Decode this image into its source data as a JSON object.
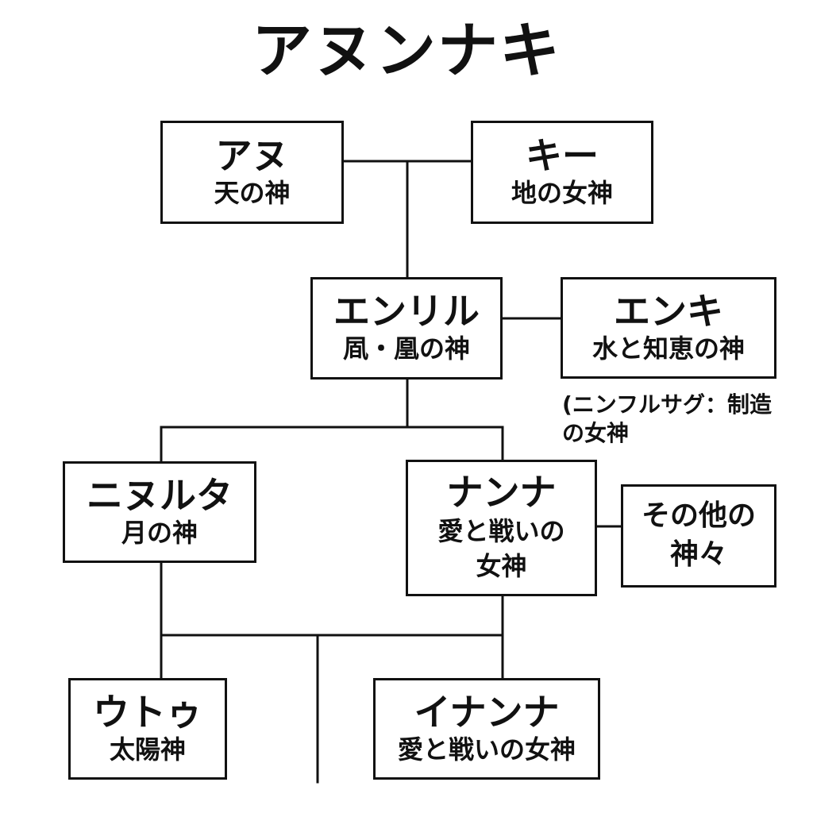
{
  "title": "アヌンナキ",
  "nodes": {
    "anu": {
      "name": "アヌ",
      "desc": "天の神"
    },
    "ki": {
      "name": "キー",
      "desc": "地の女神"
    },
    "enlil": {
      "name": "エンリル",
      "desc": "凮・凰の神"
    },
    "enki": {
      "name": "エンキ",
      "desc": "水と知恵の神"
    },
    "ninurta": {
      "name": "ニヌルタ",
      "desc": "月の神"
    },
    "nanna": {
      "name": "ナンナ",
      "desc": "愛と戦いの女神"
    },
    "others": {
      "label": "その他の神々"
    },
    "utu": {
      "name": "ウトゥ",
      "desc": "太陽神"
    },
    "inanna": {
      "name": "イナンナ",
      "desc": "愛と戦いの女神"
    }
  },
  "note": "(ニンフルサグ：制造の女神"
}
